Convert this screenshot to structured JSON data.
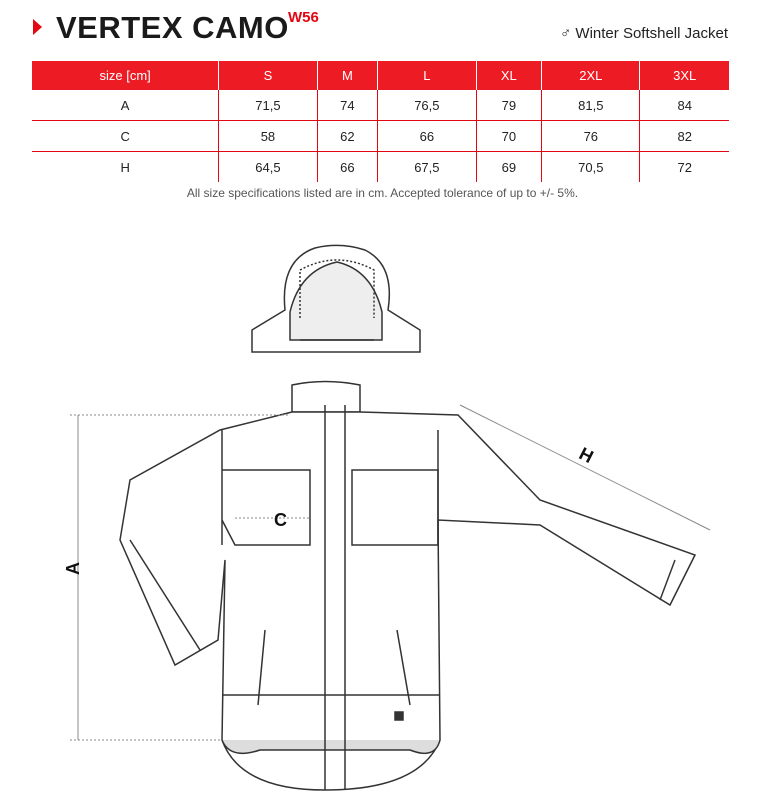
{
  "header": {
    "title": "VERTEX CAMO",
    "code": "W56",
    "gender_icon": "male-icon",
    "subtitle": "♂ Winter Softshell Jacket"
  },
  "table": {
    "columns": [
      "size [cm]",
      "S",
      "M",
      "L",
      "XL",
      "2XL",
      "3XL"
    ],
    "rows": [
      [
        "A",
        "71,5",
        "74",
        "76,5",
        "79",
        "81,5",
        "84"
      ],
      [
        "C",
        "58",
        "62",
        "66",
        "70",
        "76",
        "82"
      ],
      [
        "H",
        "64,5",
        "66",
        "67,5",
        "69",
        "70,5",
        "72"
      ]
    ]
  },
  "note": "All size specifications listed are in cm. Accepted tolerance of up to +/- 5%.",
  "diagram": {
    "label_a": "A",
    "label_c": "C",
    "label_h": "H",
    "accent": "#e30613"
  }
}
